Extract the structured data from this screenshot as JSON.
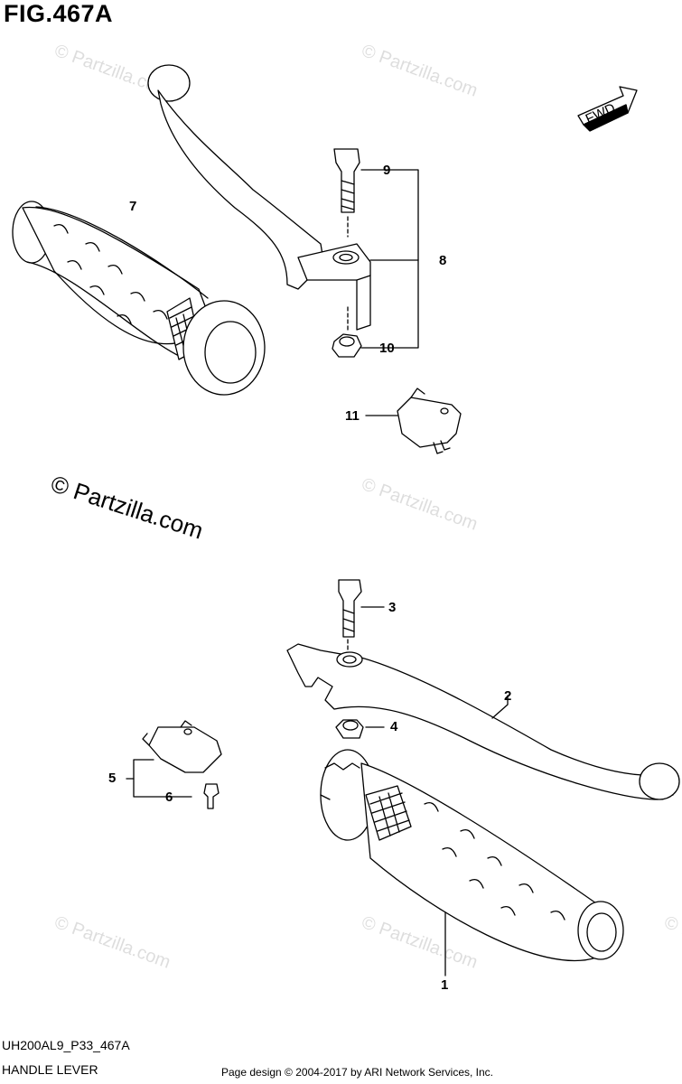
{
  "figure": {
    "title": "FIG.467A",
    "code": "UH200AL9_P33_467A",
    "name": "HANDLE LEVER",
    "credit": "Page design © 2004-2017 by ARI Network Services, Inc."
  },
  "watermark": {
    "text": "© Partzilla.com",
    "main_text": "© Partzilla.com"
  },
  "fwd_label": "FWD",
  "callouts": {
    "c1": "1",
    "c2": "2",
    "c3": "3",
    "c4": "4",
    "c5": "5",
    "c6": "6",
    "c7": "7",
    "c8": "8",
    "c9": "9",
    "c10": "10",
    "c11": "11"
  }
}
